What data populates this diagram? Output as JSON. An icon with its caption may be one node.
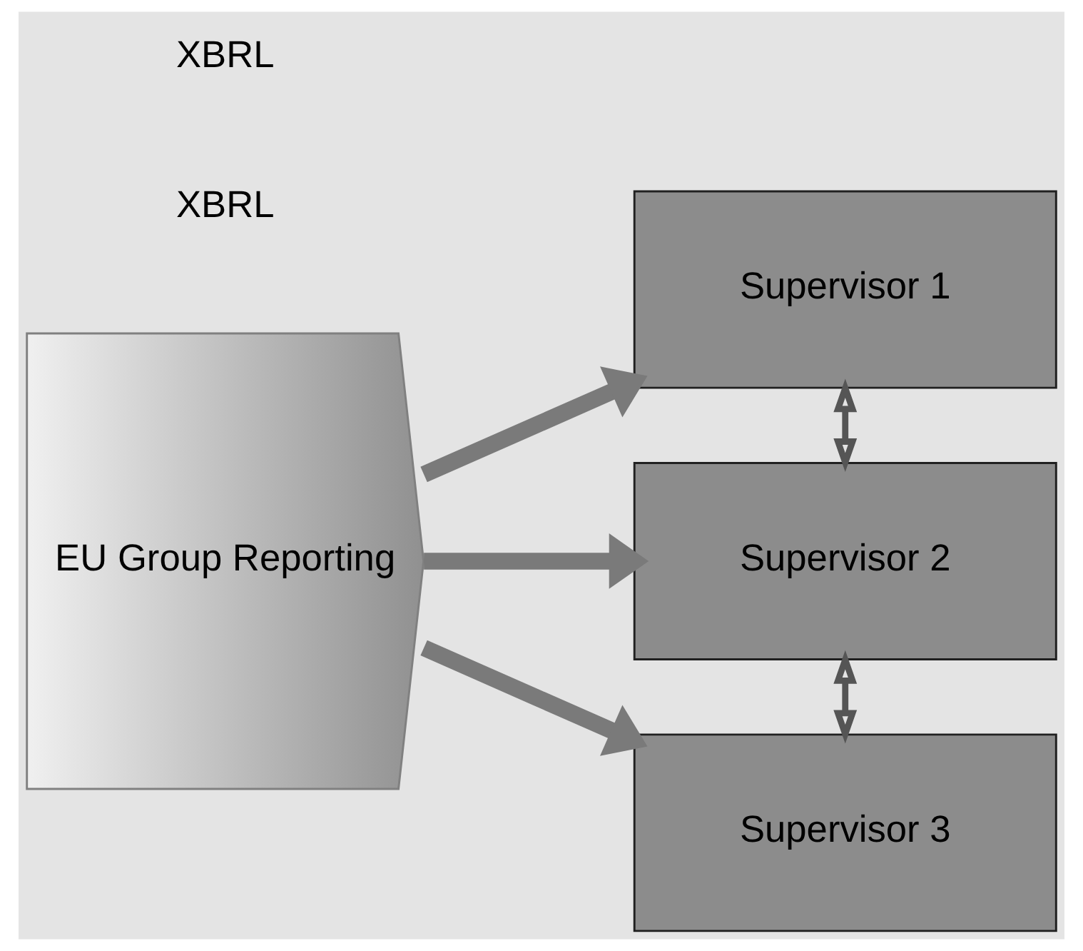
{
  "diagram": {
    "nodes": [
      {
        "text": [
          "EU Group Reporting"
        ]
      },
      {
        "text": [
          "Supervisor 1"
        ]
      },
      {
        "text": [
          "Supervisor 2"
        ]
      },
      {
        "text": [
          "Supervisor 3"
        ]
      }
    ],
    "edges": [
      {
        "from": 0,
        "to": 1,
        "arrow": "to"
      },
      {
        "from": 0,
        "to": 2,
        "arrow": "to"
      },
      {
        "from": 0,
        "to": 3,
        "arrow": "to"
      },
      {
        "from": 1,
        "to": 2,
        "arrow": "both"
      },
      {
        "from": 2,
        "to": 3,
        "arrow": "both"
      }
    ],
    "labels": [
      "XBRL",
      "XBRL"
    ]
  }
}
